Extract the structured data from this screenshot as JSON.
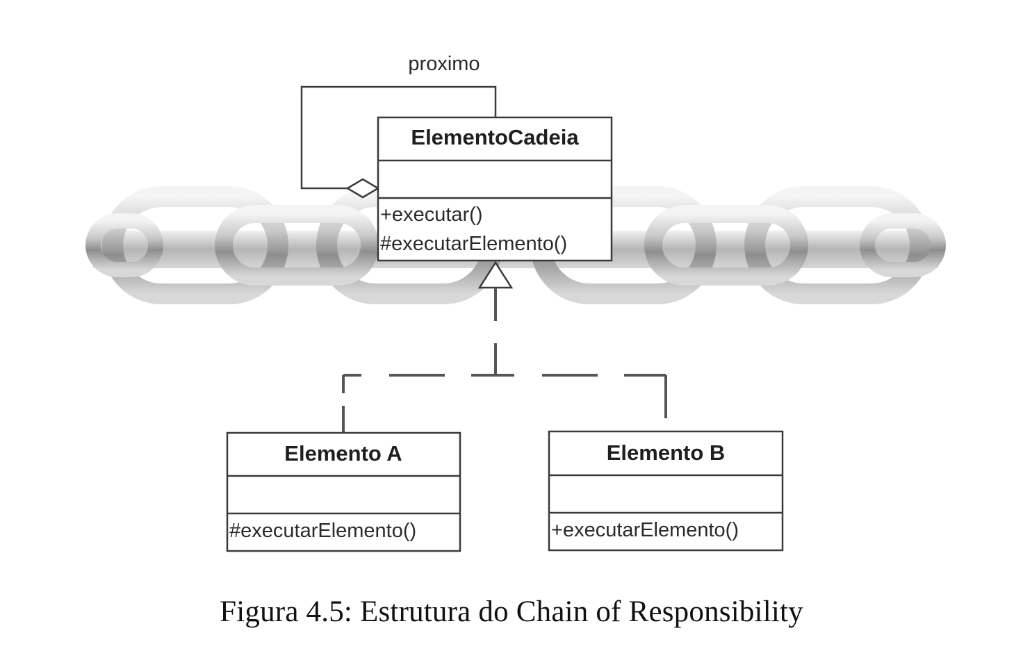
{
  "association_label": "proximo",
  "classes": {
    "elemento_cadeia": {
      "name": "ElementoCadeia",
      "methods": [
        "+executar()",
        "#executarElemento()"
      ]
    },
    "elemento_a": {
      "name": "Elemento A",
      "methods": [
        "#executarElemento()"
      ]
    },
    "elemento_b": {
      "name": "Elemento B",
      "methods": [
        "+executarElemento()"
      ]
    }
  },
  "caption": "Figura 4.5: Estrutura do Chain of Responsibility",
  "background_image": "chain-links-illustration",
  "colors": {
    "line": "#3a3a3a",
    "dashed_line": "#555555",
    "box_fill": "#ffffff"
  }
}
